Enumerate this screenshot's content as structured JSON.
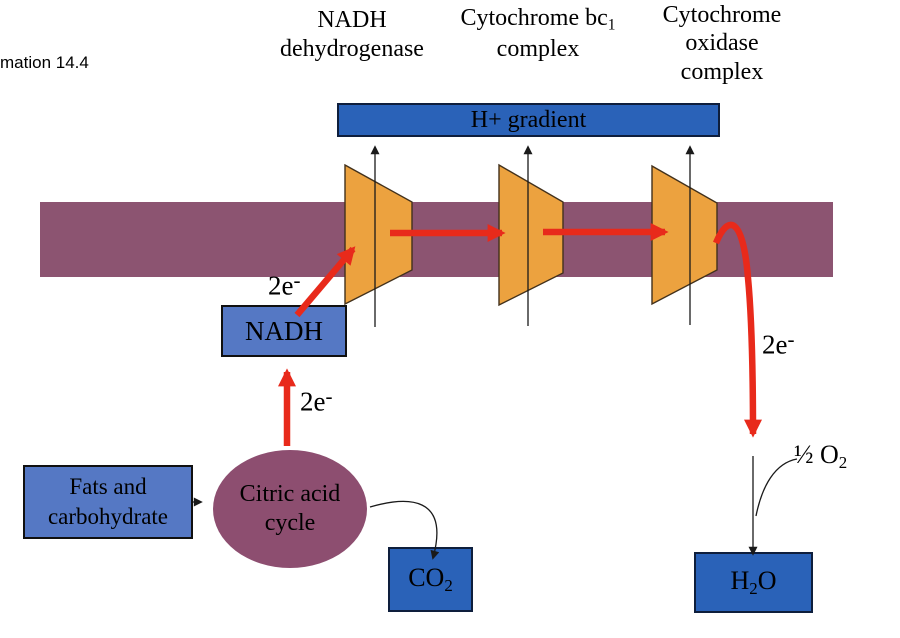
{
  "page": {
    "caption": "mation 14.4"
  },
  "colors": {
    "box_blue_dark": "#2A62B8",
    "box_blue_light": "#5578C4",
    "membrane_purple": "#8C5471",
    "ellipse_purple": "#8D4E70",
    "complex_orange": "#ECA23F",
    "arrow_red": "#E82A1B",
    "line_black": "#1a1a1a"
  },
  "labels": {
    "complex1": {
      "line1": "NADH",
      "line2": "dehydrogenase"
    },
    "complex2": {
      "line1": "Cytochrome bc",
      "line1_sub": "1",
      "line2": "complex"
    },
    "complex3": {
      "line1": "Cytochrome",
      "line2": "oxidase",
      "line3": "complex"
    },
    "h_gradient": "H+ gradient",
    "nadh": "NADH",
    "fats": {
      "line1": "Fats and",
      "line2": "carbohydrate"
    },
    "citric": {
      "line1": "Citric acid",
      "line2": "cycle"
    },
    "co2": {
      "text": "CO",
      "sub": "2"
    },
    "h2o": {
      "pre": "H",
      "sub": "2",
      "post": "O"
    },
    "half_o2": {
      "pre": "½ O",
      "sub": "2"
    },
    "electrons": {
      "text": "2e",
      "sup": "-"
    }
  }
}
